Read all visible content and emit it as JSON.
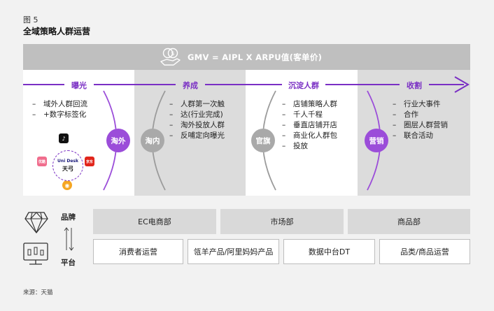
{
  "figure": {
    "number": "图 5",
    "title": "全域策略人群运营"
  },
  "banner": {
    "formula": "GMV  =  AIPL  X  ARPU值(客单价)",
    "icon": "coin-hand-icon"
  },
  "stages": [
    {
      "label": "曝光",
      "bullets": [
        "域外人群回流",
        "+数字标签化"
      ],
      "circle": "淘外"
    },
    {
      "label": "养成",
      "bullets": [
        "人群第一次触",
        "达(行业完成)",
        "淘外投放人群",
        "反哺定向曝光"
      ],
      "circle": "淘内"
    },
    {
      "label": "沉淀人群",
      "bullets": [
        "店铺策略人群",
        "千人千程",
        "垂直店铺开店",
        "商业化人群包",
        "投放"
      ],
      "circle": "官旗"
    },
    {
      "label": "收割",
      "bullets": [
        "行业大事件",
        "合作",
        "圈层人群营销",
        "联合活动"
      ],
      "circle": "营销"
    }
  ],
  "logos": {
    "uni_desk": "Uni Desk",
    "uni_cn": "天弓",
    "youku": "优酷",
    "jd": "京东"
  },
  "org": {
    "top_label": "品牌",
    "bottom_label": "平台",
    "top_row": [
      "EC电商部",
      "市场部",
      "商品部"
    ],
    "bottom_row": [
      "消费者运营",
      "瓴羊产品/阿里妈妈产品",
      "数据中台DT",
      "品类/商品运营"
    ]
  },
  "source": "来源：天猫",
  "colors": {
    "accent": "#7a2fc4",
    "circle_purple": "#9b4dd9",
    "circle_gray": "#a9a9a9"
  }
}
